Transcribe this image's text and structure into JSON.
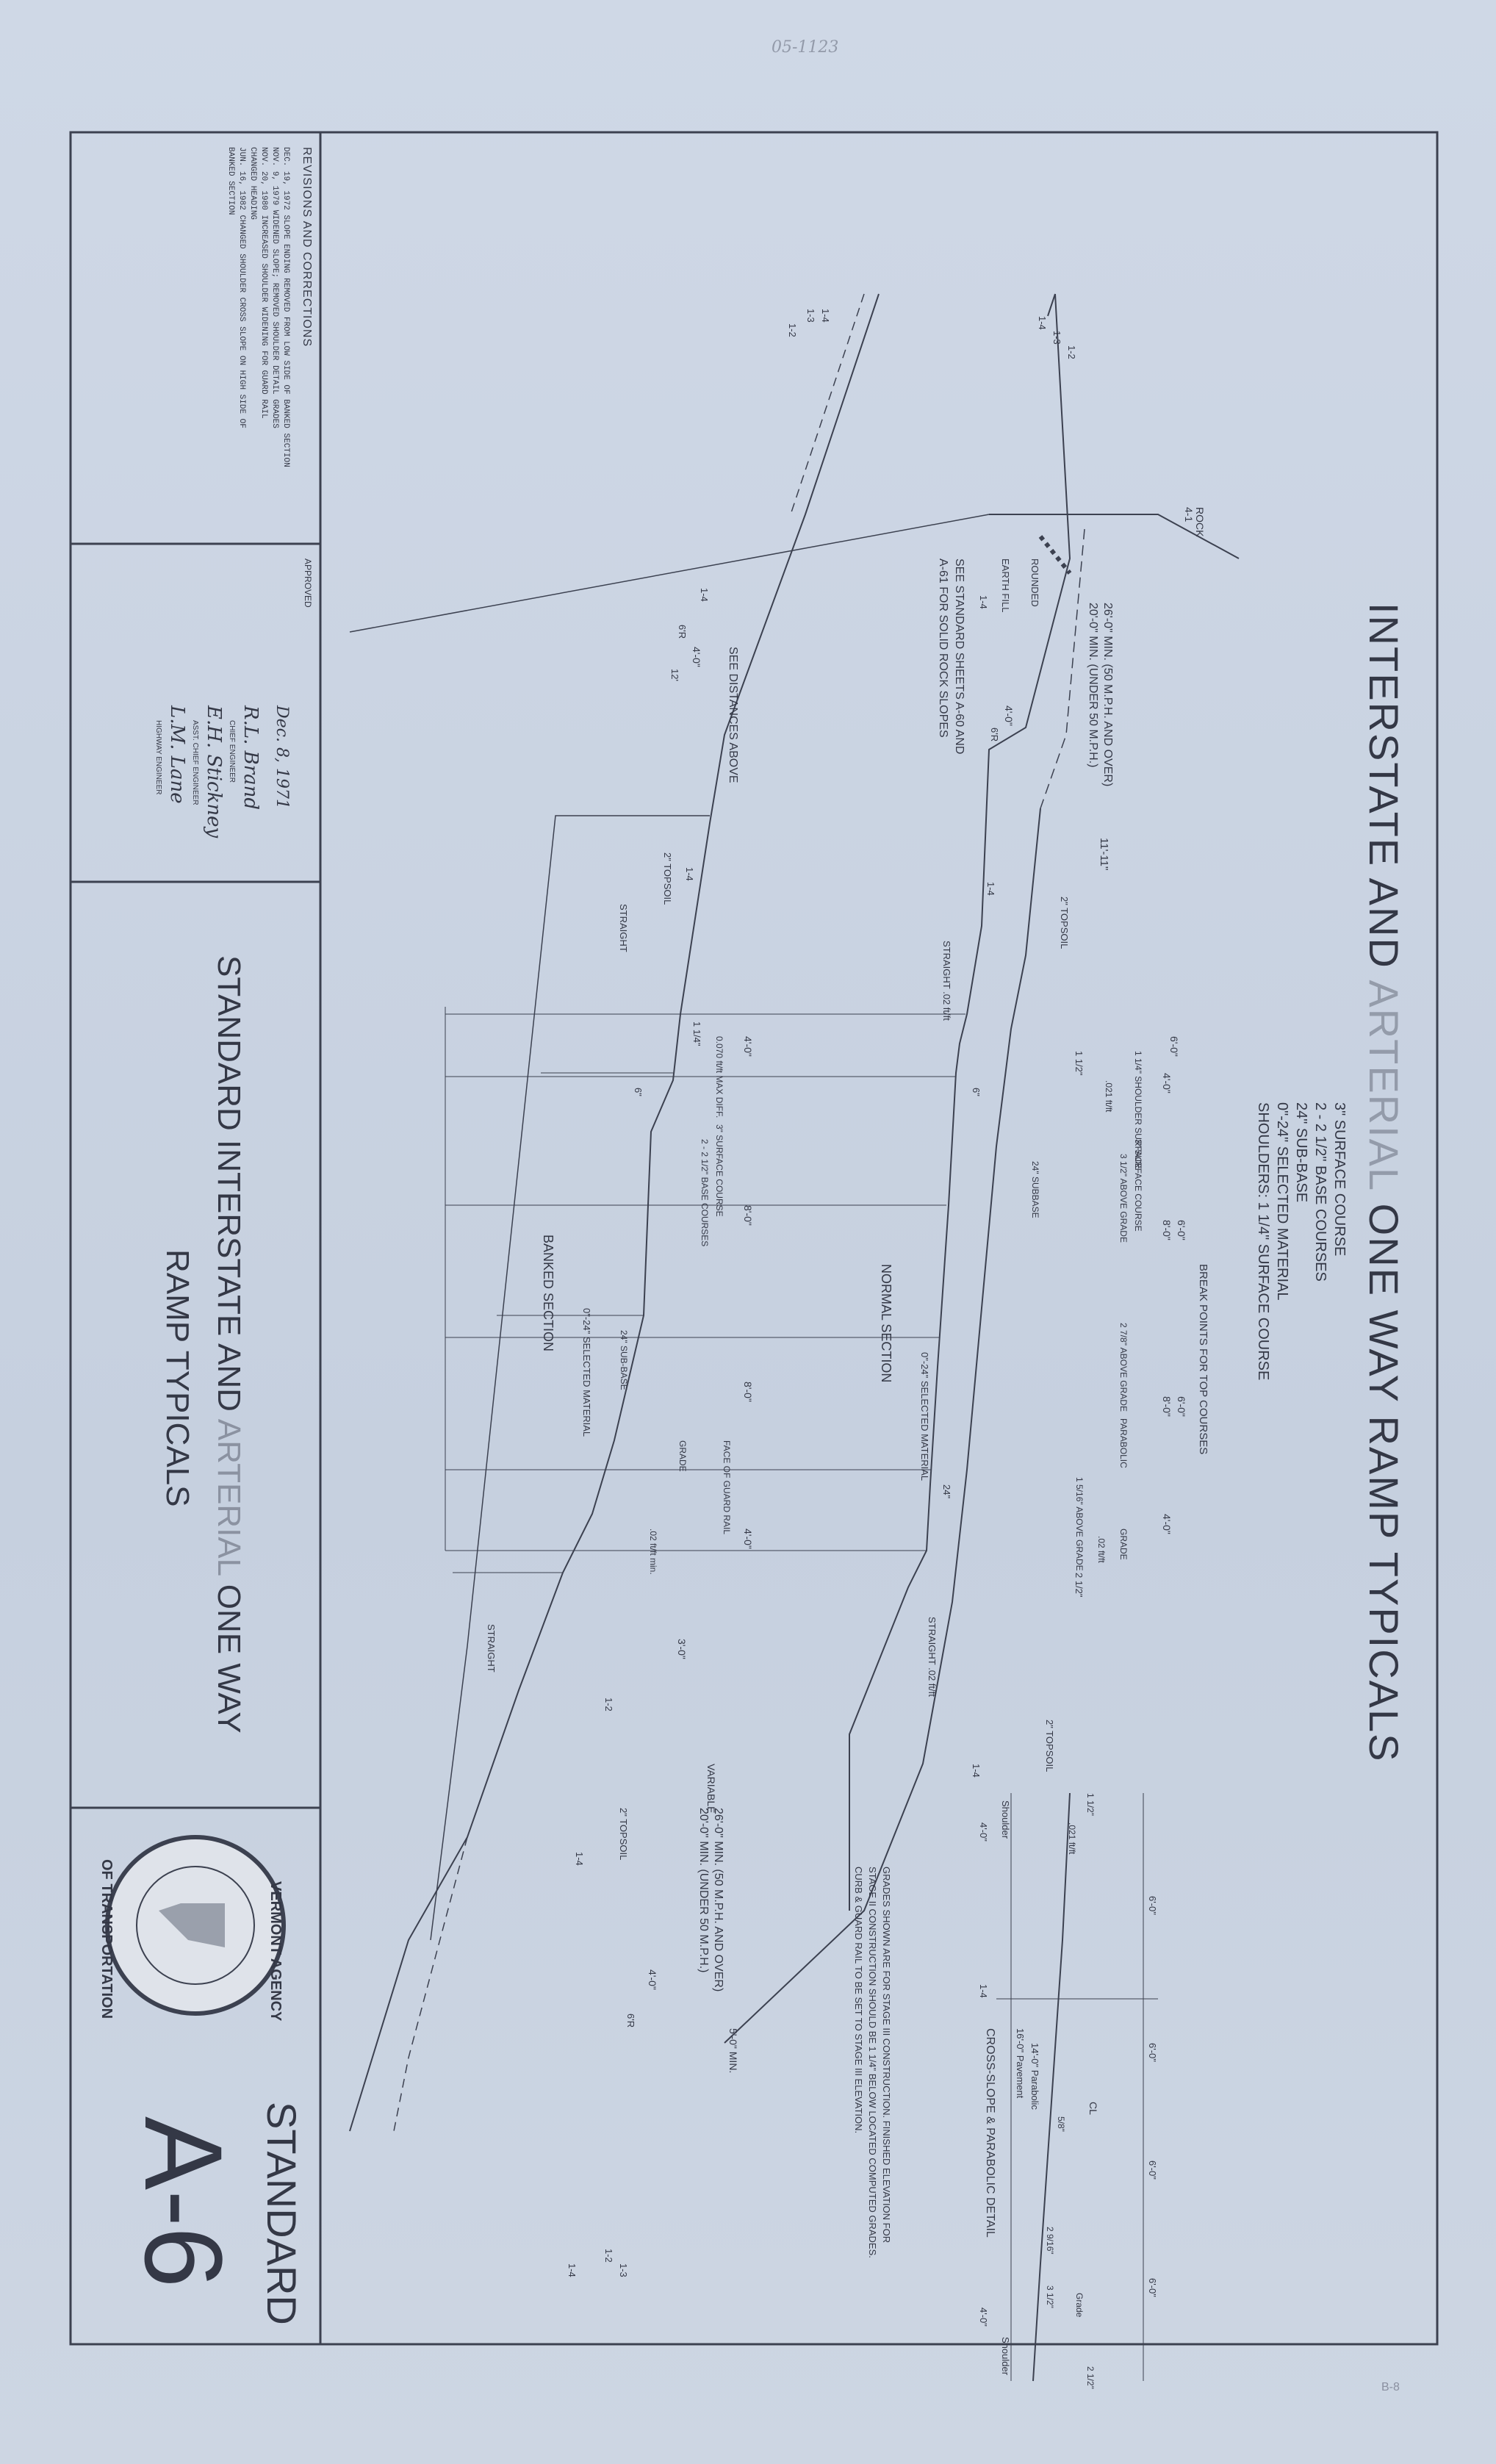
{
  "header_mark": "05-1123",
  "corner_note": "B-8",
  "title": {
    "line_before": "INTERSTATE AND",
    "arterial": "ARTERIAL",
    "line_after": "ONE WAY RAMP TYPICALS"
  },
  "pavement": {
    "surface": "3\" SURFACE COURSE",
    "base": "2 - 2 1/2\" BASE COURSES",
    "subbase": "24\" SUB-BASE",
    "selected": "0\"-24\" SELECTED MATERIAL",
    "shoulders": "SHOULDERS: 1 1/4\" SURFACE COURSE"
  },
  "normal_section": {
    "label": "NORMAL SECTION",
    "rock": "ROCK",
    "rock_slope": "4-1",
    "rounded": "ROUNDED",
    "earth_fill": "EARTH FILL",
    "min_line1": "26'-0\" MIN. (50 M.P.H. AND OVER)",
    "min_line2": "20'-0\" MIN. (UNDER 50 M.P.H.)",
    "ditch_width": "4'-0\"",
    "radius": "6'R",
    "slope_a": "1-4",
    "slope_b": "1-4",
    "slope_c": "1-2",
    "slope_d": "1-3",
    "slope_e": "1-4",
    "slope_f": "1-4",
    "slope_g": "1-4",
    "dim_11": "11'-11\"",
    "topsoil": "2\" TOPSOIL",
    "topsoil_right": "2\" TOPSOIL",
    "straight_left": "STRAIGHT .02 ft/ft",
    "straight_right": "STRAIGHT .02 ft/ft",
    "break_points": "BREAK POINTS FOR TOP COURSES",
    "shoulder_surface": "1 1/4\" SHOULDER SURFACE",
    "surface_course": "3\" SURFACE COURSE",
    "above_grade_1": "3 1/2\" ABOVE GRADE",
    "above_grade_2": "2 7/8\" ABOVE GRADE",
    "above_grade_3": "1 5/16\" ABOVE GRADE",
    "subbase": "24\" SUBBASE",
    "selected_mat": "0\"-24\" SELECTED MATERIAL",
    "parabolic": "PARABOLIC",
    "grade": "GRADE",
    "slope_021": ".021 ft/ft",
    "slope_02": ".02 ft/ft",
    "dims": [
      "6'-0\"",
      "4'-0\"",
      "8'-0\"",
      "6'-0\"",
      "8'-0\"",
      "6'-0\"",
      "4'-0\""
    ],
    "dim_112": "1 1/2\"",
    "dim_212": "2 1/2\"",
    "dim_6": "6\"",
    "dim_24": "24\""
  },
  "see_standard_1": "SEE STANDARD SHEETS A-60 AND",
  "see_standard_2": "A-61 FOR SOLID ROCK SLOPES",
  "cross_slope": {
    "label": "CROSS-SLOPE & PARABOLIC DETAIL",
    "shoulder_left": "Shoulder",
    "shoulder_right": "Shoulder",
    "pavement": "16'-0\" Pavement",
    "parabolic": "14'-0\" Parabolic",
    "dim_left": "4'-0\"",
    "dim_right": "4'-0\"",
    "dims_top": [
      "6'-0\"",
      "6'-0\"",
      "6'-0\"",
      "6'-0\""
    ],
    "grade": "Grade",
    "slope": ".021 ft/ft",
    "dim_112": "1 1/2\"",
    "dim_212": "2 1/2\"",
    "dim_58": "5/8\"",
    "dim_2916": "2 9/16\"",
    "dim_312": "3 1/2\"",
    "cl": "CL"
  },
  "grades_note": [
    "GRADES SHOWN ARE FOR STAGE III CONSTRUCTION. FINISHED ELEVATION FOR",
    "STAGE II CONSTRUCTION SHOULD BE 1 1/4\" BELOW LOCATED COMPUTED GRADES.",
    "CURB & GUARD RAIL TO BE SET TO STAGE III ELEVATION."
  ],
  "banked_section": {
    "label": "BANKED SECTION",
    "see_distances": "SEE DISTANCES ABOVE",
    "ditch_width": "4'-0\"",
    "radius": "6'R",
    "dim_12": "12'",
    "slope_a": "1-4",
    "slope_b": "1-4",
    "slope_c": "1-2",
    "slope_d": "1-3",
    "slope_e": "1-4",
    "topsoil": "2\" TOPSOIL",
    "straight": "STRAIGHT",
    "straight_right": "STRAIGHT",
    "max_diff": "0.070 ft/ft MAX DIFF.",
    "surface_course": "3\" SURFACE COURSE",
    "base_courses": "2 - 2 1/2\" BASE COURSES",
    "subbase": "24\" SUB-BASE",
    "selected": "0\"-24\" SELECTED MATERIAL",
    "grade": "GRADE",
    "slope_min": ".02 ft/ft min.",
    "face_guard": "FACE OF GUARD RAIL",
    "variable": "VARIABLE",
    "min_line1": "26'-0\" MIN. (50 M.P.H. AND OVER)",
    "min_line2": "20'-0\" MIN. (UNDER 50 M.P.H.)",
    "dims": [
      "4'-0\"",
      "8'-0\"",
      "8'-0\"",
      "4'-0\"",
      "3'-0\"",
      "5'-0\" MIN."
    ],
    "dim_114": "1 1/4\"",
    "dim_6": "6\"",
    "right_ditch": "4'-0\"",
    "right_radius": "6'R",
    "right_slope_a": "1-2",
    "right_slope_b": "1-3",
    "right_slope_c": "1-4",
    "right_slope_d": "1-2",
    "right_slope_e": "1-4",
    "topsoil_right": "2\" TOPSOIL"
  },
  "revisions": {
    "header": "REVISIONS AND CORRECTIONS",
    "rows": [
      {
        "date": "DEC. 19, 1972",
        "text": "SLOPE ENDING REMOVED FROM LOW SIDE OF BANKED SECTION"
      },
      {
        "date": "NOV. 9, 1979",
        "text": "WIDENED SLOPE; REMOVED SHOULDER DETAIL GRADES"
      },
      {
        "date": "NOV. 20, 1980",
        "text": "INCREASED SHOULDER WIDENING FOR GUARD RAIL"
      },
      {
        "date": "",
        "text": "CHANGED HEADING"
      },
      {
        "date": "JUN. 16, 1982",
        "text": "CHANGED SHOULDER CROSS SLOPE ON HIGH SIDE OF"
      },
      {
        "date": "",
        "text": "BANKED SECTION"
      }
    ]
  },
  "approved": {
    "label": "APPROVED",
    "date": "Dec. 8, 1971",
    "sig1": "R.L. Brand",
    "role1": "CHIEF ENGINEER",
    "sig2": "E.H. Stickney",
    "role2": "ASST. CHIEF ENGINEER",
    "sig3": "L.M. Lane",
    "role3": "HIGHWAY ENGINEER"
  },
  "sheet_title": {
    "line1_a": "STANDARD INTERSTATE AND",
    "line1_b": "ARTERIAL",
    "line1_c": "ONE WAY",
    "line2": "RAMP TYPICALS"
  },
  "seal": {
    "top": "VERMONT AGENCY",
    "bottom": "OF TRANSPORTATION"
  },
  "standard_label": "STANDARD",
  "standard_number": "A-6"
}
